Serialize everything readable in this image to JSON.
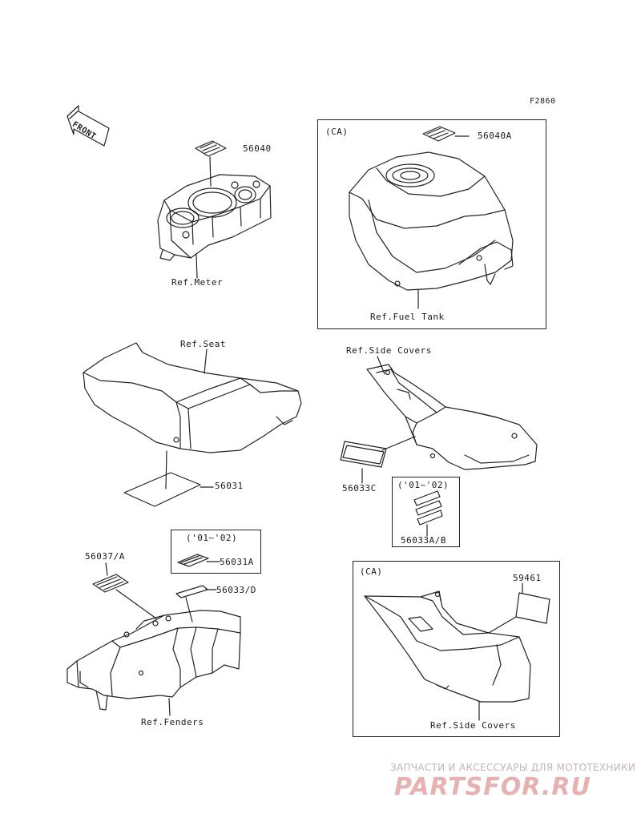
{
  "figure_code": "F2860",
  "front_label": "FRONT",
  "labels": {
    "p56040": "56040",
    "ref_meter": "Ref.Meter",
    "ca1": "(CA)",
    "p56040A": "56040A",
    "ref_fuel_tank": "Ref.Fuel Tank",
    "ref_seat": "Ref.Seat",
    "p56031": "56031",
    "ref_side_covers_top": "Ref.Side Covers",
    "p56033C": "56033C",
    "year_a": "('01~'02)",
    "p56033AB": "56033A/B",
    "p56037A": "56037/A",
    "year_b": "('01~'02)",
    "p56031A": "56031A",
    "p56033D": "56033/D",
    "ref_fenders": "Ref.Fenders",
    "ca2": "(CA)",
    "p59461": "59461",
    "ref_side_covers_bottom": "Ref.Side Covers"
  },
  "watermark": {
    "tagline": "ЗАПЧАСТИ И АКСЕССУАРЫ ДЛЯ МОТОТЕХНИКИ",
    "logo": "PARTSFOR.RU"
  },
  "colors": {
    "line": "#222222",
    "watermark": "#e7b1b1"
  }
}
